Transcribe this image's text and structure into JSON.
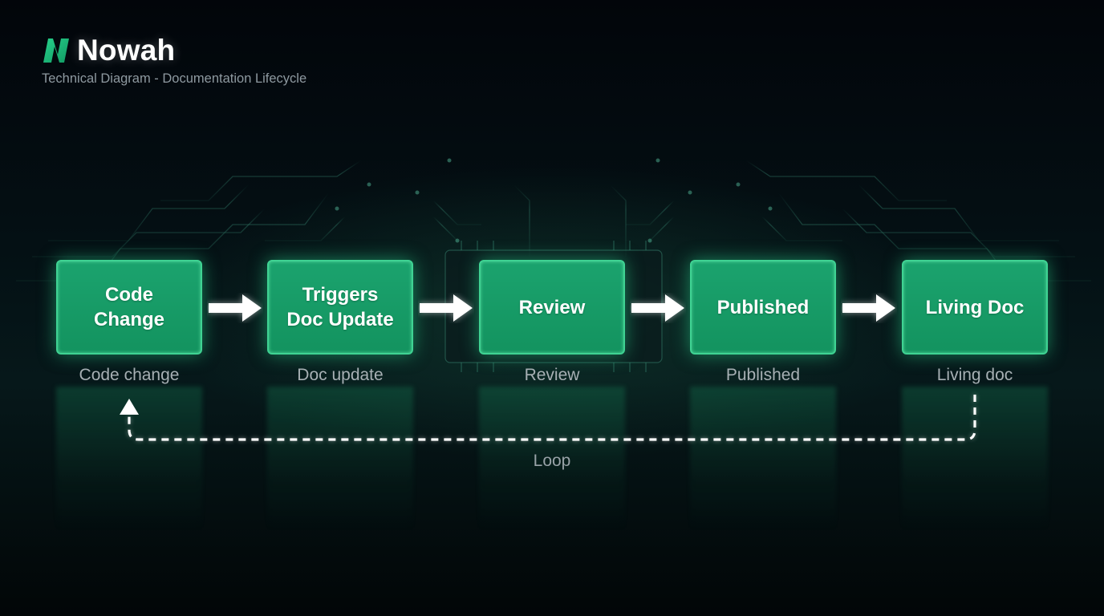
{
  "header": {
    "brand": "Nowah",
    "subtitle": "Technical Diagram - Documentation Lifecycle"
  },
  "icons": {
    "logo": "n-logo-icon",
    "arrow": "right-arrow-icon",
    "loop_arrow": "up-arrow-icon"
  },
  "colors": {
    "accent": "#1ba36e",
    "border": "#3fd393",
    "text_muted": "#a7b0b4"
  },
  "nodes": [
    {
      "label": "Code\nChange",
      "caption": "Code change"
    },
    {
      "label": "Triggers\nDoc Update",
      "caption": "Doc update"
    },
    {
      "label": "Review",
      "caption": "Review"
    },
    {
      "label": "Published",
      "caption": "Published"
    },
    {
      "label": "Living Doc",
      "caption": "Living doc"
    }
  ],
  "loop": {
    "label": "Loop"
  }
}
